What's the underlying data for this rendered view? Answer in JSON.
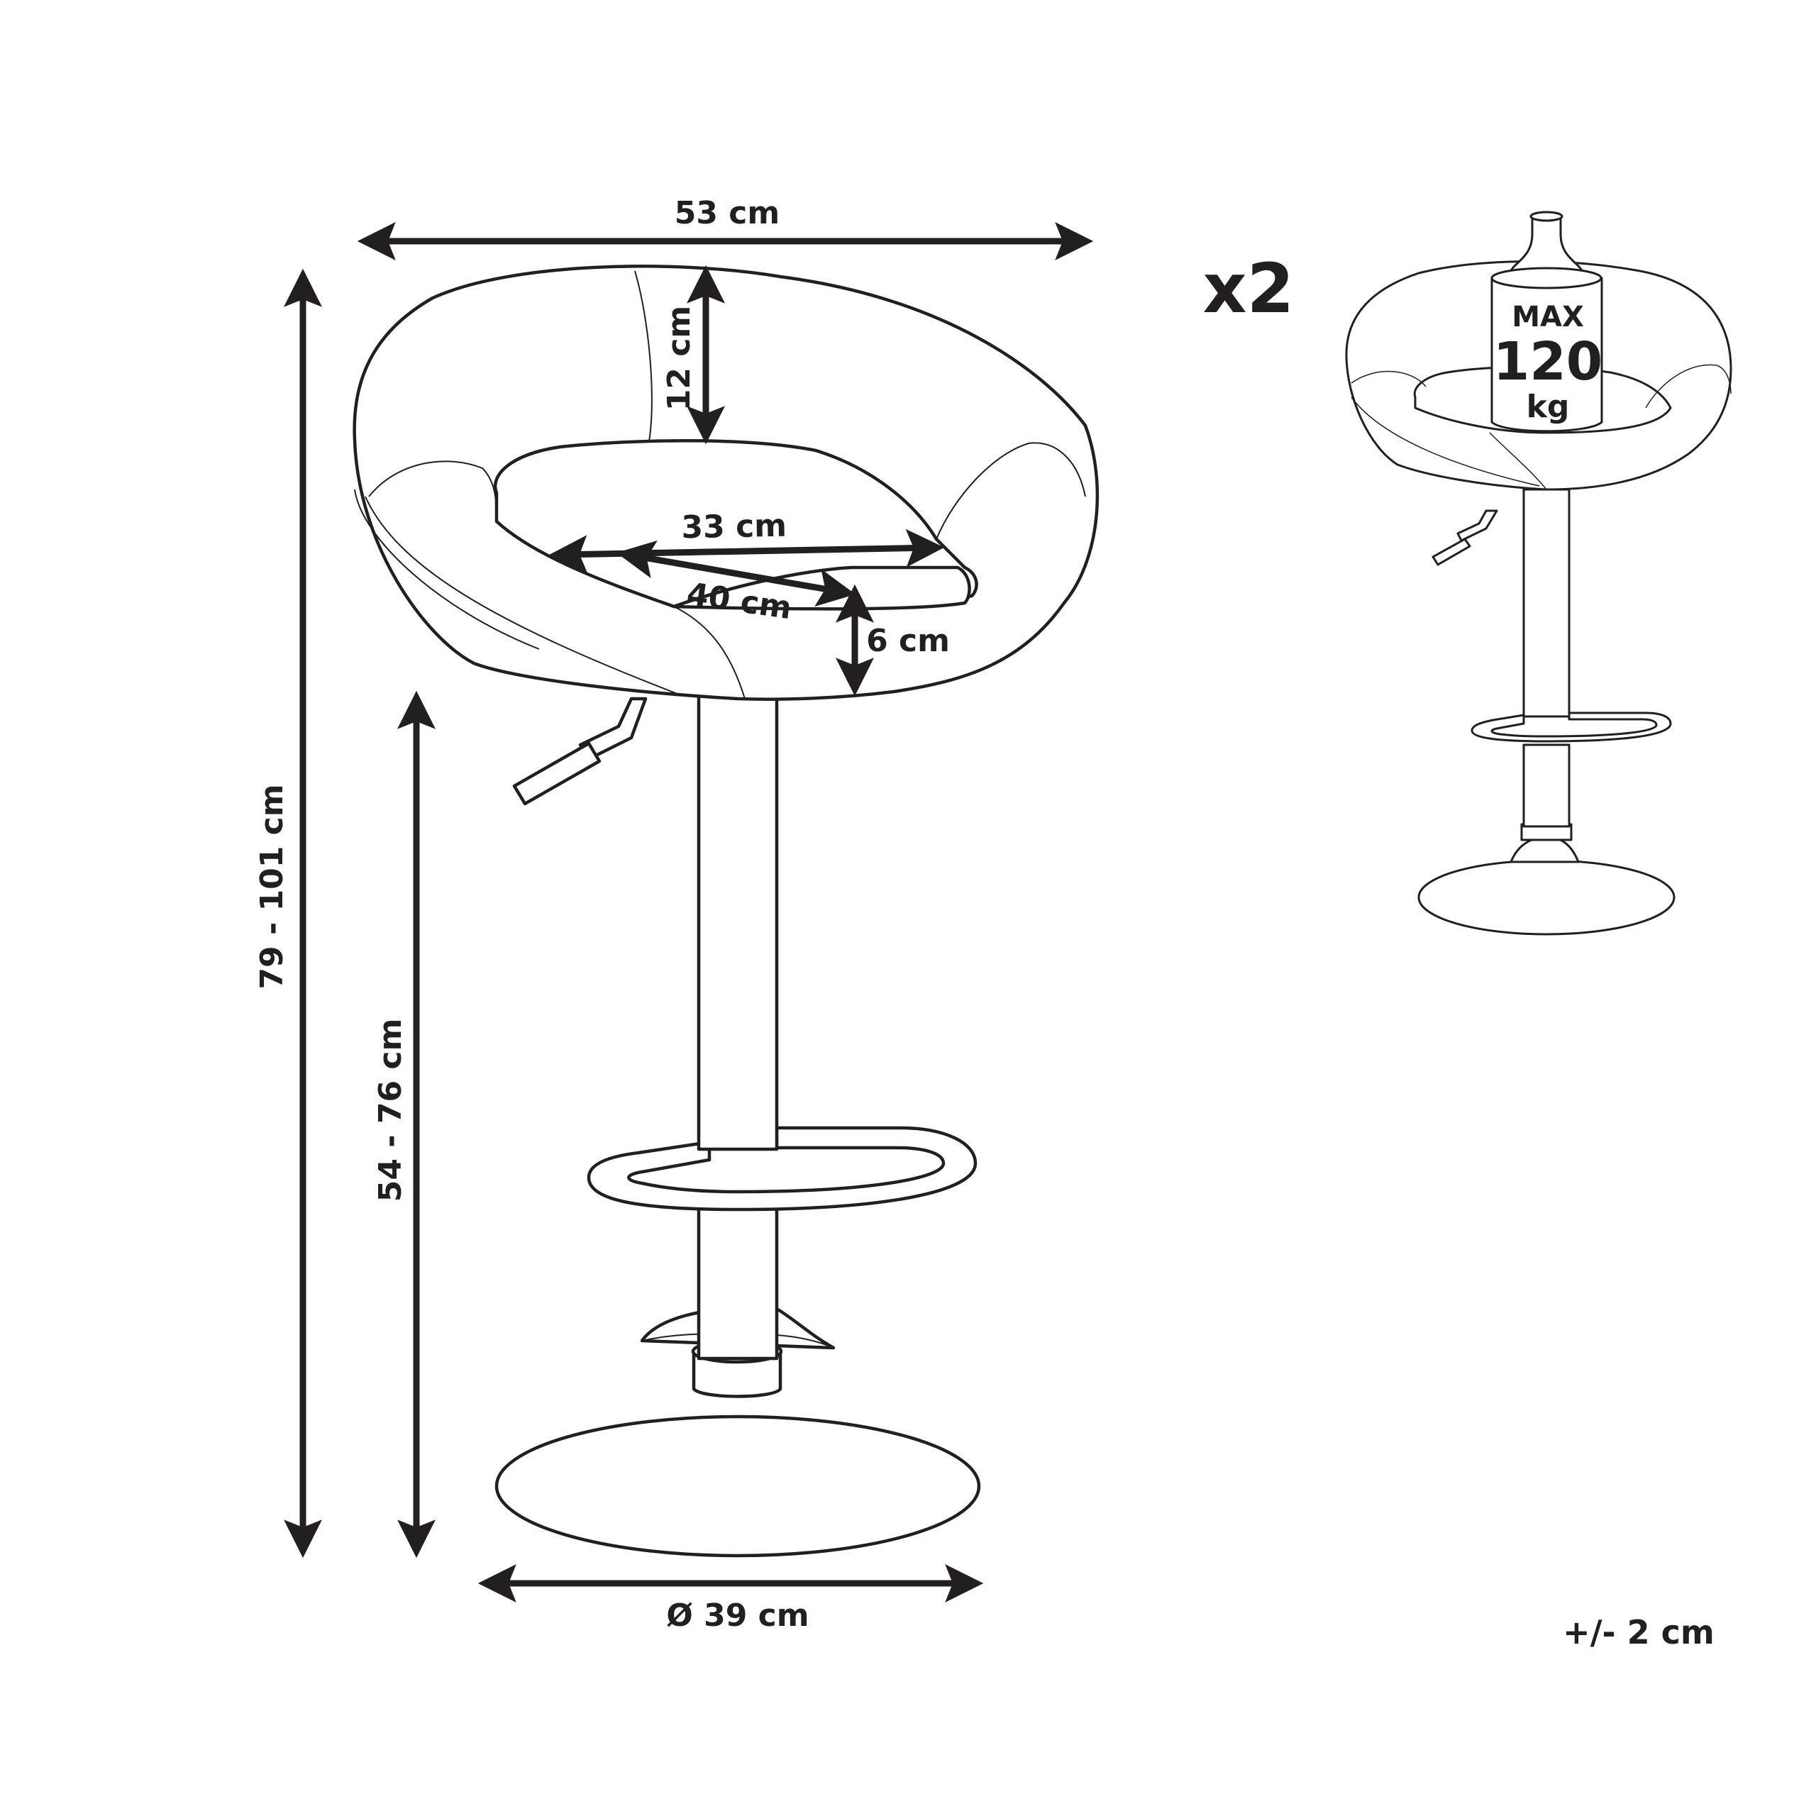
{
  "dimensions": {
    "width": "53 cm",
    "backrest_height": "12 cm",
    "seat_width": "33 cm",
    "seat_depth": "40 cm",
    "seat_thickness": "6 cm",
    "total_height": "79 - 101 cm",
    "seat_height": "54 - 76 cm",
    "base_diameter": "Ø 39 cm"
  },
  "quantity": "x2",
  "max_load": {
    "prefix": "MAX",
    "value": "120",
    "unit": "kg"
  },
  "tolerance": "+/- 2 cm",
  "colors": {
    "line": "#231f20",
    "background": "#ffffff"
  }
}
